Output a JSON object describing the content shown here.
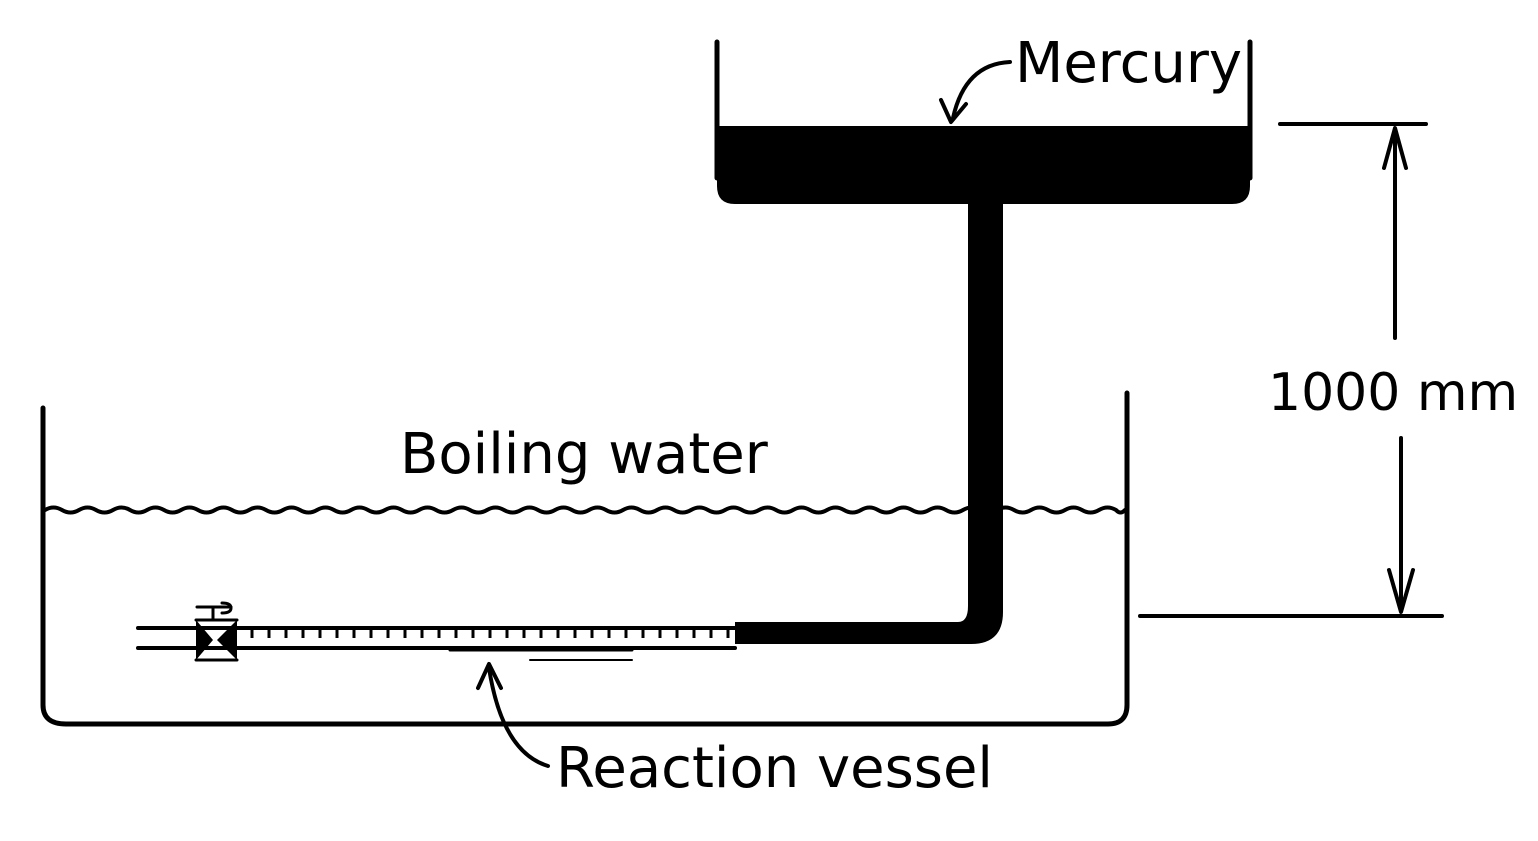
{
  "labels": {
    "mercury": "Mercury",
    "boiling_water": "Boiling water",
    "reaction_vessel": "Reaction vessel",
    "height": "1000 mm"
  },
  "colors": {
    "ink": "#000000",
    "background": "#ffffff"
  }
}
